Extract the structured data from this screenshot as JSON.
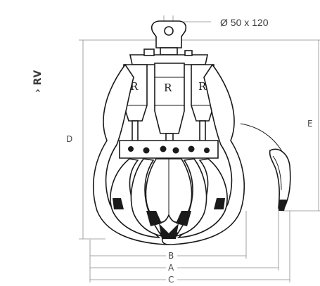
{
  "series_label": "› RV",
  "pin_spec": "Ø 50 x 120",
  "dimensions": {
    "a": "A",
    "b": "B",
    "c": "C",
    "d": "D",
    "e": "E"
  },
  "brand_letter": "R",
  "colors": {
    "line": "#1a1a1a",
    "dimension": "#8a8a8a",
    "background": "#ffffff"
  }
}
